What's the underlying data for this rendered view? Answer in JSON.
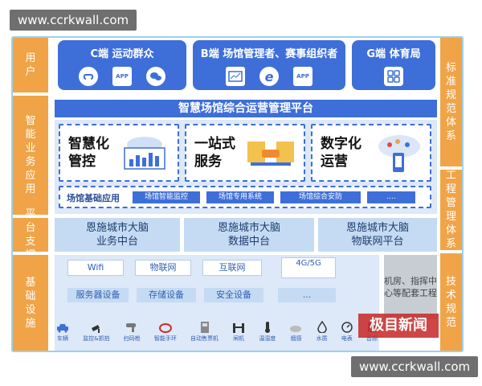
{
  "watermark": "www.ccrkwall.com",
  "left_labels": [
    "用户",
    "智能业务应用",
    "平台支撑",
    "基础设施"
  ],
  "right_labels": [
    "标准规范体系",
    "工程管理体系",
    "技术规范"
  ],
  "users": [
    {
      "title": "C端 运动群众",
      "icons": [
        "mini-program-icon",
        "app-icon",
        "wechat-icon"
      ],
      "icon_text": [
        "",
        "APP",
        ""
      ]
    },
    {
      "title": "B端 场馆管理者、赛事组织者",
      "icons": [
        "dashboard-icon",
        "browser-icon",
        "app-icon"
      ],
      "icon_text": [
        "",
        "e",
        "APP"
      ]
    },
    {
      "title": "G端 体育局",
      "icons": [
        "grid-icon"
      ],
      "icon_text": [
        ""
      ]
    }
  ],
  "platform_title": "智慧场馆综合运营管理平台",
  "smart_apps": [
    {
      "title": "智慧化管控",
      "line1": "智慧化",
      "line2": "管控"
    },
    {
      "title": "一站式服务",
      "line1": "一站式",
      "line2": "服务"
    },
    {
      "title": "数字化运营",
      "line1": "数字化",
      "line2": "运营"
    }
  ],
  "basic_apps": {
    "label": "场馆基础应用",
    "items": [
      "场馆智能监控",
      "场馆专用系统",
      "场馆综合安防",
      "...."
    ]
  },
  "middle_platforms": [
    {
      "line1": "恩施城市大脑",
      "line2": "业务中台"
    },
    {
      "line1": "恩施城市大脑",
      "line2": "数据中台"
    },
    {
      "line1": "恩施城市大脑",
      "line2": "物联网平台"
    }
  ],
  "network": [
    "Wifi",
    "物联网",
    "互联网",
    "4G/5G"
  ],
  "equipment": [
    "服务器设备",
    "存储设备",
    "安全设备",
    "..."
  ],
  "room": "机房、指挥中心等配套工程",
  "devices": [
    "车辆",
    "监控&抓拍",
    "扫码枪",
    "智能手环",
    "自动售票机",
    "闸机",
    "温湿度",
    "烟感",
    "水质",
    "电表",
    "音频"
  ],
  "news_mark": "极目新闻"
}
